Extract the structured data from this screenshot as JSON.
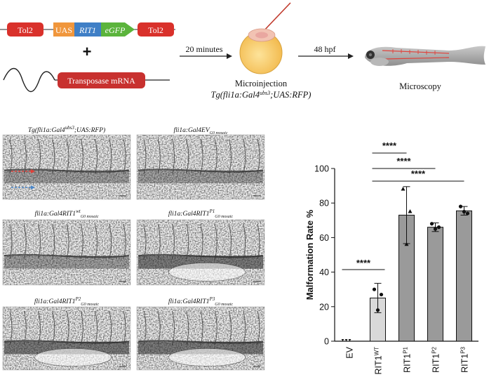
{
  "top": {
    "tol2_left": "Tol2",
    "uas": "UAS",
    "rit1": "RIT1",
    "egfp": "eGFP",
    "tol2_right": "Tol2",
    "plus": "+",
    "transposase": "Transposase mRNA",
    "step1_label": "20 minutes",
    "microinjection": "Microinjection",
    "tg_line": "Tg(fli1a:Gal4ubs3;UAS:RFP)",
    "tg_prefix": "Tg(fli1a:Gal4",
    "tg_sup": "ubs3",
    "tg_suffix": ";UAS:RFP)",
    "step2_label": "48 hpf",
    "microscopy": "Microscopy"
  },
  "panels": [
    {
      "prefix": "Tg(fli1a:Gal4",
      "sup": "ubs3",
      "sub": "",
      "suffix": ";UAS:RFP)"
    },
    {
      "prefix": "fli1a:Gal4EV",
      "sup": "",
      "sub": "G0 mosaic",
      "suffix": ""
    },
    {
      "prefix": "fli1a:Gal4RIT1",
      "sup": "wt",
      "sub": "G0 mosaic",
      "suffix": ""
    },
    {
      "prefix": "fli1a:Gal4RIT1",
      "sup": "P1",
      "sub": "G0 mosaic",
      "suffix": ""
    },
    {
      "prefix": "fli1a:Gal4RIT1",
      "sup": "P2",
      "sub": "G0 mosaic",
      "suffix": ""
    },
    {
      "prefix": "fli1a:Gal4RIT1",
      "sup": "P3",
      "sub": "G0 mosaic",
      "suffix": ""
    }
  ],
  "colors": {
    "tol2": "#d9312b",
    "uas": "#f0963c",
    "rit1": "#3f7fc6",
    "egfp": "#5bb43c",
    "transposase": "#c8312f",
    "bar_wt": "#d9d9d9",
    "bar_mut": "#9a9a9a"
  },
  "chart_data": {
    "type": "bar",
    "ylabel": "Malformation Rate %",
    "ylim": [
      0,
      100
    ],
    "yticks": [
      0,
      20,
      40,
      60,
      80,
      100
    ],
    "categories": [
      "EV",
      "RIT1",
      "RIT1",
      "RIT1",
      "RIT1"
    ],
    "category_sups": [
      "",
      "WT",
      "P1",
      "P2",
      "P3"
    ],
    "values": [
      0,
      25,
      73,
      66,
      75.5
    ],
    "errors": [
      0,
      8.5,
      16.5,
      2.5,
      2.5
    ],
    "points": [
      [
        0,
        0,
        0
      ],
      [
        30,
        18,
        27
      ],
      [
        88,
        56,
        75
      ],
      [
        68,
        65,
        66
      ],
      [
        78,
        75,
        74
      ]
    ],
    "significance": [
      {
        "from": 0,
        "to": 1,
        "label": "****"
      },
      {
        "from": 1,
        "to": 2,
        "label": "****"
      },
      {
        "from": 1,
        "to": 3,
        "label": "****"
      },
      {
        "from": 1,
        "to": 4,
        "label": "****"
      }
    ]
  }
}
